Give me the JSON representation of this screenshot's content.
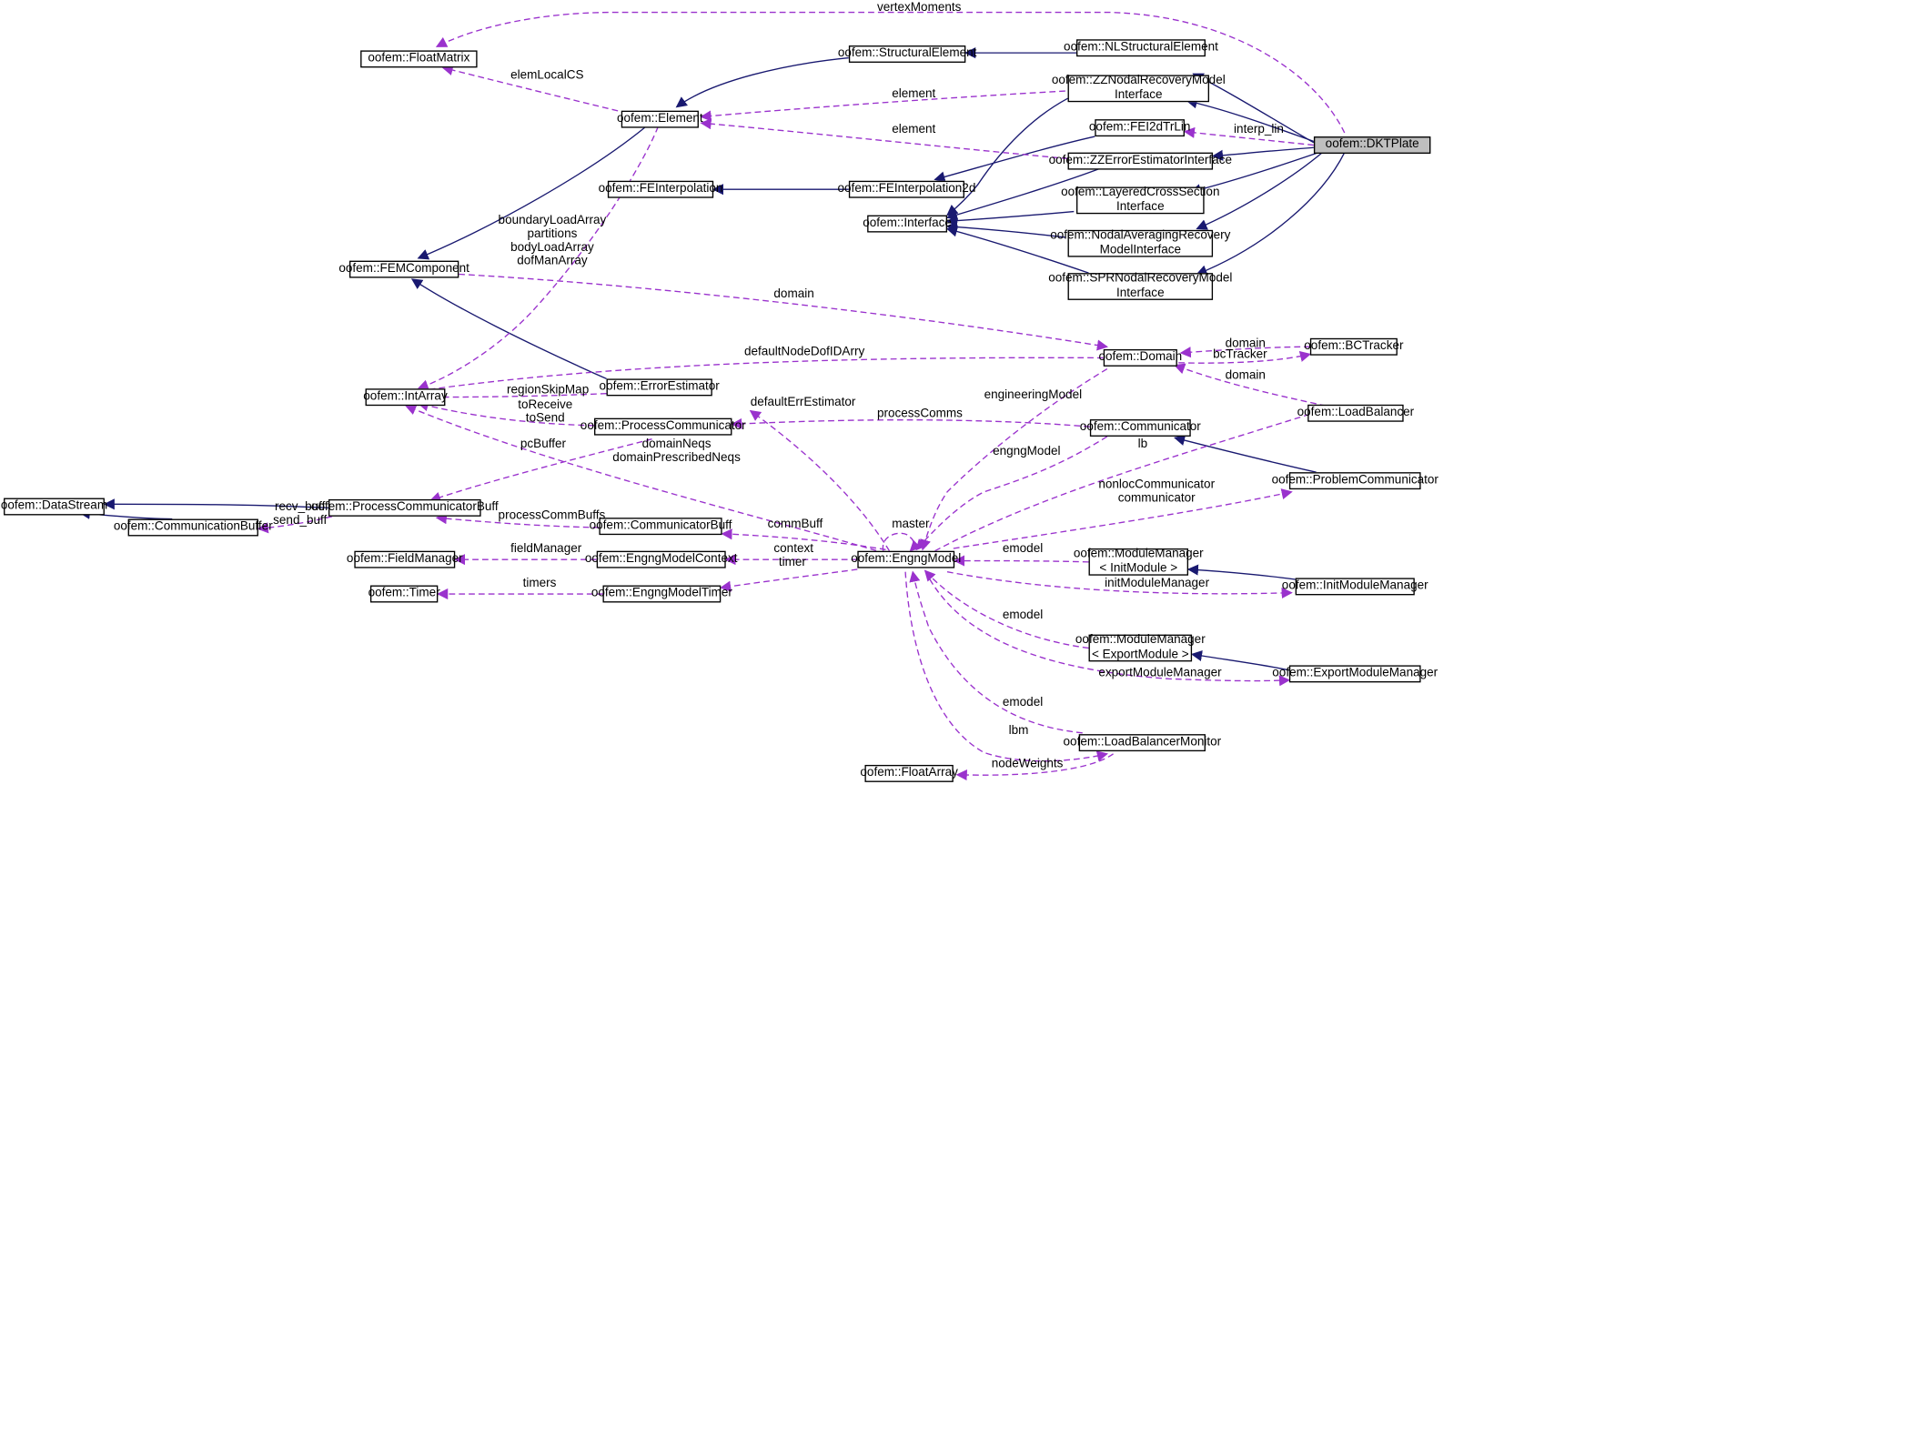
{
  "colors": {
    "inherit": "#191970",
    "usage": "#9a32cd",
    "focus_fill": "#bfbfbf"
  },
  "nodes": {
    "dktplate": "oofem::DKTPlate",
    "float_matrix": "oofem::FloatMatrix",
    "structural_element": "oofem::StructuralElement",
    "nl_structural_element": "oofem::NLStructuralElement",
    "element": "oofem::Element",
    "zz_nodal_recovery_line1": "oofem::ZZNodalRecoveryModel",
    "zz_nodal_recovery_line2": "Interface",
    "fei2dtrlin": "oofem::FEI2dTrLin",
    "zz_error_estimator_interface": "oofem::ZZErrorEstimatorInterface",
    "feinterpolation": "oofem::FEInterpolation",
    "feinterpolation2d": "oofem::FEInterpolation2d",
    "layered_line1": "oofem::LayeredCrossSection",
    "layered_line2": "Interface",
    "interface": "oofem::Interface",
    "nodal_averaging_line1": "oofem::NodalAveragingRecovery",
    "nodal_averaging_line2": "ModelInterface",
    "fem_component": "oofem::FEMComponent",
    "spr_line1": "oofem::SPRNodalRecoveryModel",
    "spr_line2": "Interface",
    "domain": "oofem::Domain",
    "bc_tracker": "oofem::BCTracker",
    "int_array": "oofem::IntArray",
    "error_estimator": "oofem::ErrorEstimator",
    "load_balancer": "oofem::LoadBalancer",
    "process_communicator": "oofem::ProcessCommunicator",
    "communicator": "oofem::Communicator",
    "problem_communicator": "oofem::ProblemCommunicator",
    "data_stream": "oofem::DataStream",
    "process_communicator_buff": "oofem::ProcessCommunicatorBuff",
    "communication_buffer": "oofem::CommunicationBuffer",
    "communicator_buff": "oofem::CommunicatorBuff",
    "field_manager": "oofem::FieldManager",
    "engng_model_context": "oofem::EngngModelContext",
    "engng_model": "oofem::EngngModel",
    "module_manager_init_line1": "oofem::ModuleManager",
    "module_manager_init_line2": "< InitModule >",
    "init_module_manager": "oofem::InitModuleManager",
    "timer": "oofem::Timer",
    "engng_model_timer": "oofem::EngngModelTimer",
    "module_manager_export_line1": "oofem::ModuleManager",
    "module_manager_export_line2": "< ExportModule >",
    "export_module_manager": "oofem::ExportModuleManager",
    "load_balancer_monitor": "oofem::LoadBalancerMonitor",
    "float_array": "oofem::FloatArray"
  },
  "edge_labels": {
    "vertex_moments": "vertexMoments",
    "elem_local_cs": "elemLocalCS",
    "element_1": "element",
    "element_2": "element",
    "interp_lin": "interp_lin",
    "dof_arrays_line1": "boundaryLoadArray",
    "dof_arrays_line2": "partitions",
    "dof_arrays_line3": "bodyLoadArray",
    "dof_arrays_line4": "dofManArray",
    "domain_fem": "domain",
    "domain_bc": "domain",
    "bc_tracker": "bcTracker",
    "domain_lb": "domain",
    "default_node_dof_id": "defaultNodeDofIDArry",
    "region_skip_map": "regionSkipMap",
    "default_err_estimator": "defaultErrEstimator",
    "engineering_model": "engineeringModel",
    "to_receive": "toReceive",
    "to_send": "toSend",
    "process_comms": "processComms",
    "pc_buffer": "pcBuffer",
    "domain_neqs": "domainNeqs",
    "domain_prescribed_neqs": "domainPrescribedNeqs",
    "engng_model": "engngModel",
    "lb": "lb",
    "recv_buff": "recv_buff",
    "send_buff": "send_buff",
    "process_comm_buffs": "processCommBuffs",
    "nonloc_communicator": "nonlocCommunicator",
    "communicator": "communicator",
    "master": "master",
    "comm_buff": "commBuff",
    "field_manager": "fieldManager",
    "context": "context",
    "emodel_init": "emodel",
    "timer": "timer",
    "timers": "timers",
    "init_module_manager": "initModuleManager",
    "emodel_export": "emodel",
    "export_module_manager": "exportModuleManager",
    "emodel_lbm": "emodel",
    "lbm": "lbm",
    "node_weights": "nodeWeights"
  }
}
